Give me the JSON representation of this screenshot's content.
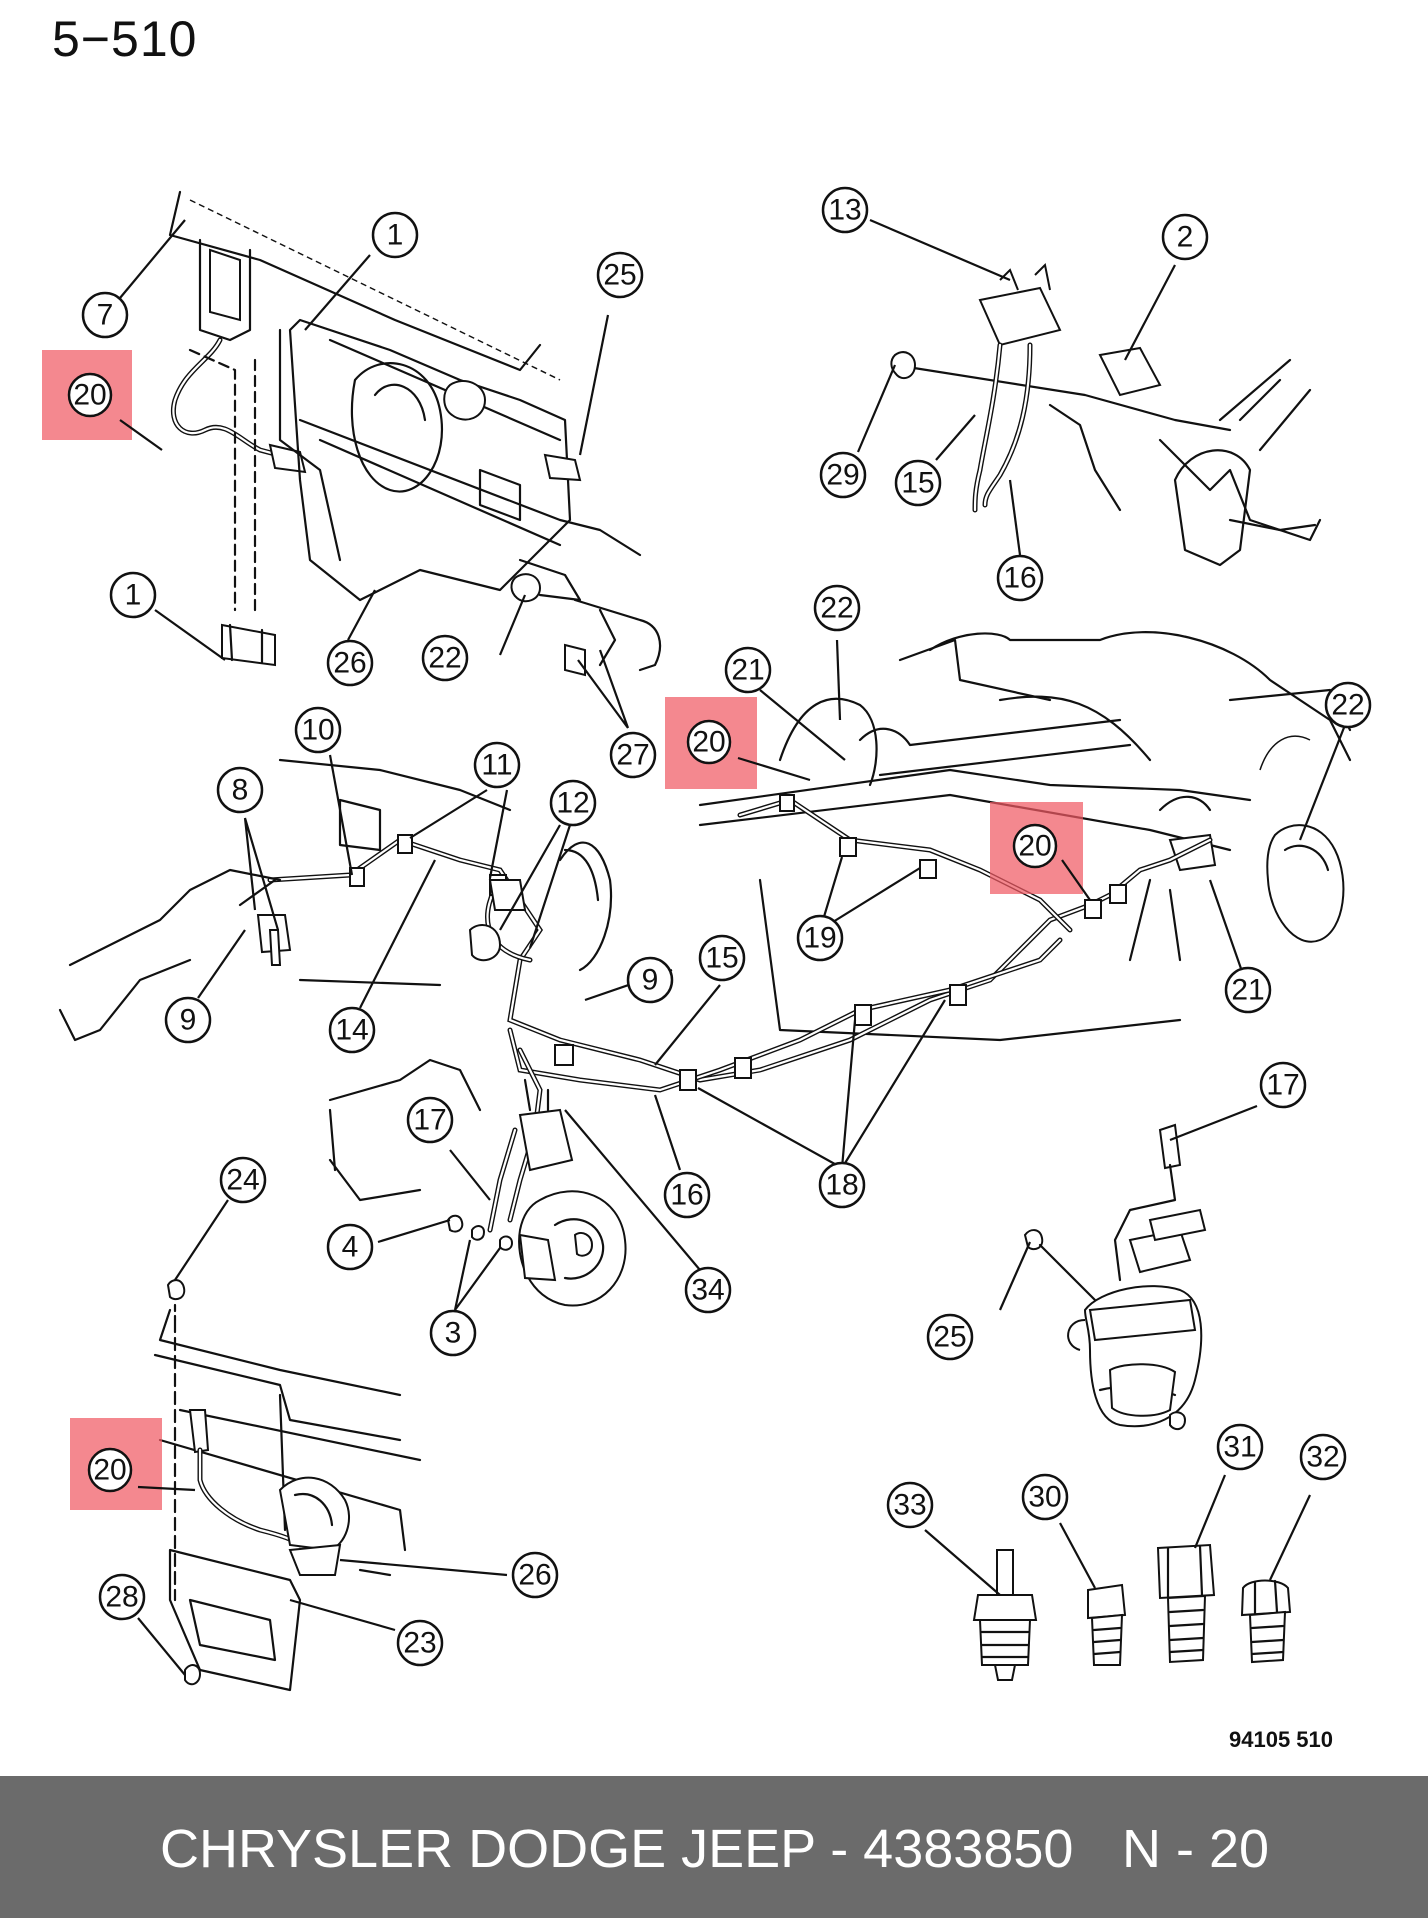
{
  "page_number": "5−510",
  "drawing_code": "94105 510",
  "footer": {
    "brand_part": "CHRYSLER DODGE JEEP - 4383850",
    "reference": "N - 20"
  },
  "colors": {
    "highlight": "#f05a64",
    "footer_bg": "#6b6b6b",
    "ink": "#111111"
  },
  "callouts": [
    {
      "id": "c1",
      "label": "1"
    },
    {
      "id": "c2",
      "label": "1"
    },
    {
      "id": "c3",
      "label": "2"
    },
    {
      "id": "c4",
      "label": "3"
    },
    {
      "id": "c5",
      "label": "4"
    },
    {
      "id": "c6",
      "label": "7"
    },
    {
      "id": "c7",
      "label": "8"
    },
    {
      "id": "c8",
      "label": "9"
    },
    {
      "id": "c9",
      "label": "9"
    },
    {
      "id": "c10",
      "label": "10"
    },
    {
      "id": "c11",
      "label": "11"
    },
    {
      "id": "c12",
      "label": "12"
    },
    {
      "id": "c13",
      "label": "13"
    },
    {
      "id": "c14",
      "label": "14"
    },
    {
      "id": "c15",
      "label": "15"
    },
    {
      "id": "c16",
      "label": "15"
    },
    {
      "id": "c17",
      "label": "16"
    },
    {
      "id": "c18",
      "label": "16"
    },
    {
      "id": "c19",
      "label": "17"
    },
    {
      "id": "c20",
      "label": "17"
    },
    {
      "id": "c21",
      "label": "18"
    },
    {
      "id": "c22",
      "label": "19"
    },
    {
      "id": "c23",
      "label": "20",
      "highlighted": true
    },
    {
      "id": "c24",
      "label": "20",
      "highlighted": true
    },
    {
      "id": "c25",
      "label": "20",
      "highlighted": true
    },
    {
      "id": "c26",
      "label": "20",
      "highlighted": true
    },
    {
      "id": "c27",
      "label": "21"
    },
    {
      "id": "c28",
      "label": "21"
    },
    {
      "id": "c29",
      "label": "22"
    },
    {
      "id": "c30",
      "label": "22"
    },
    {
      "id": "c31",
      "label": "22"
    },
    {
      "id": "c32",
      "label": "23"
    },
    {
      "id": "c33",
      "label": "24"
    },
    {
      "id": "c34",
      "label": "25"
    },
    {
      "id": "c35",
      "label": "25"
    },
    {
      "id": "c36",
      "label": "26"
    },
    {
      "id": "c37",
      "label": "26"
    },
    {
      "id": "c38",
      "label": "27"
    },
    {
      "id": "c39",
      "label": "28"
    },
    {
      "id": "c40",
      "label": "29"
    },
    {
      "id": "c41",
      "label": "30"
    },
    {
      "id": "c42",
      "label": "31"
    },
    {
      "id": "c43",
      "label": "32"
    },
    {
      "id": "c44",
      "label": "33"
    },
    {
      "id": "c45",
      "label": "34"
    }
  ]
}
